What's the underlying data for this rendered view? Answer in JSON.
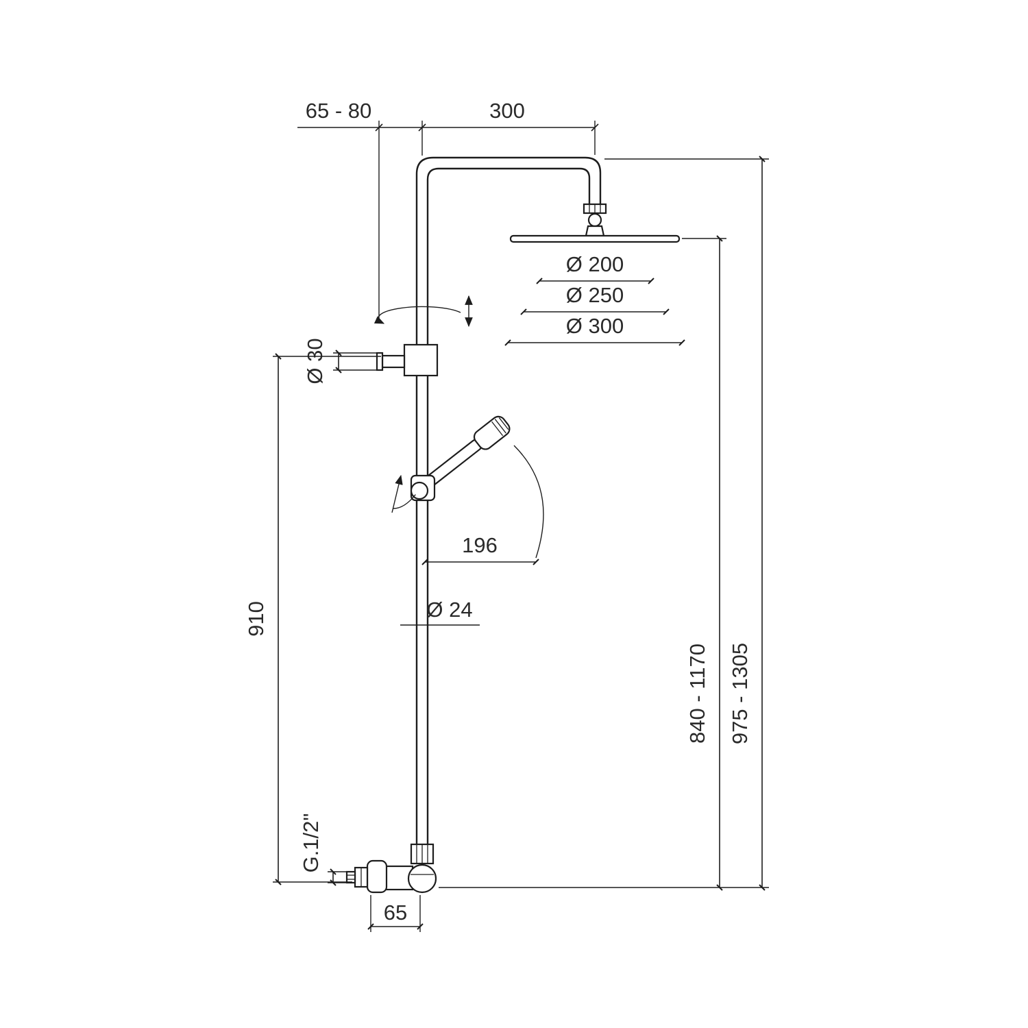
{
  "diagram": {
    "type": "technical-drawing",
    "subject": "shower column with overhead shower and hand shower",
    "labels": {
      "wall_offset": "65 - 80",
      "arm_length": "300",
      "head_diameter_200": "Ø 200",
      "head_diameter_250": "Ø 250",
      "head_diameter_300": "Ø 300",
      "knob_diameter": "Ø 30",
      "riser_length": "910",
      "handshower_offset": "196",
      "pipe_diameter": "Ø 24",
      "height_range_inner": "840 - 1170",
      "height_range_outer": "975 - 1305",
      "inlet_thread": "G.1/2\"",
      "base_offset": "65"
    },
    "colors": {
      "line": "#1d1d1d",
      "text": "#2a2a2a",
      "background": "#ffffff"
    }
  }
}
